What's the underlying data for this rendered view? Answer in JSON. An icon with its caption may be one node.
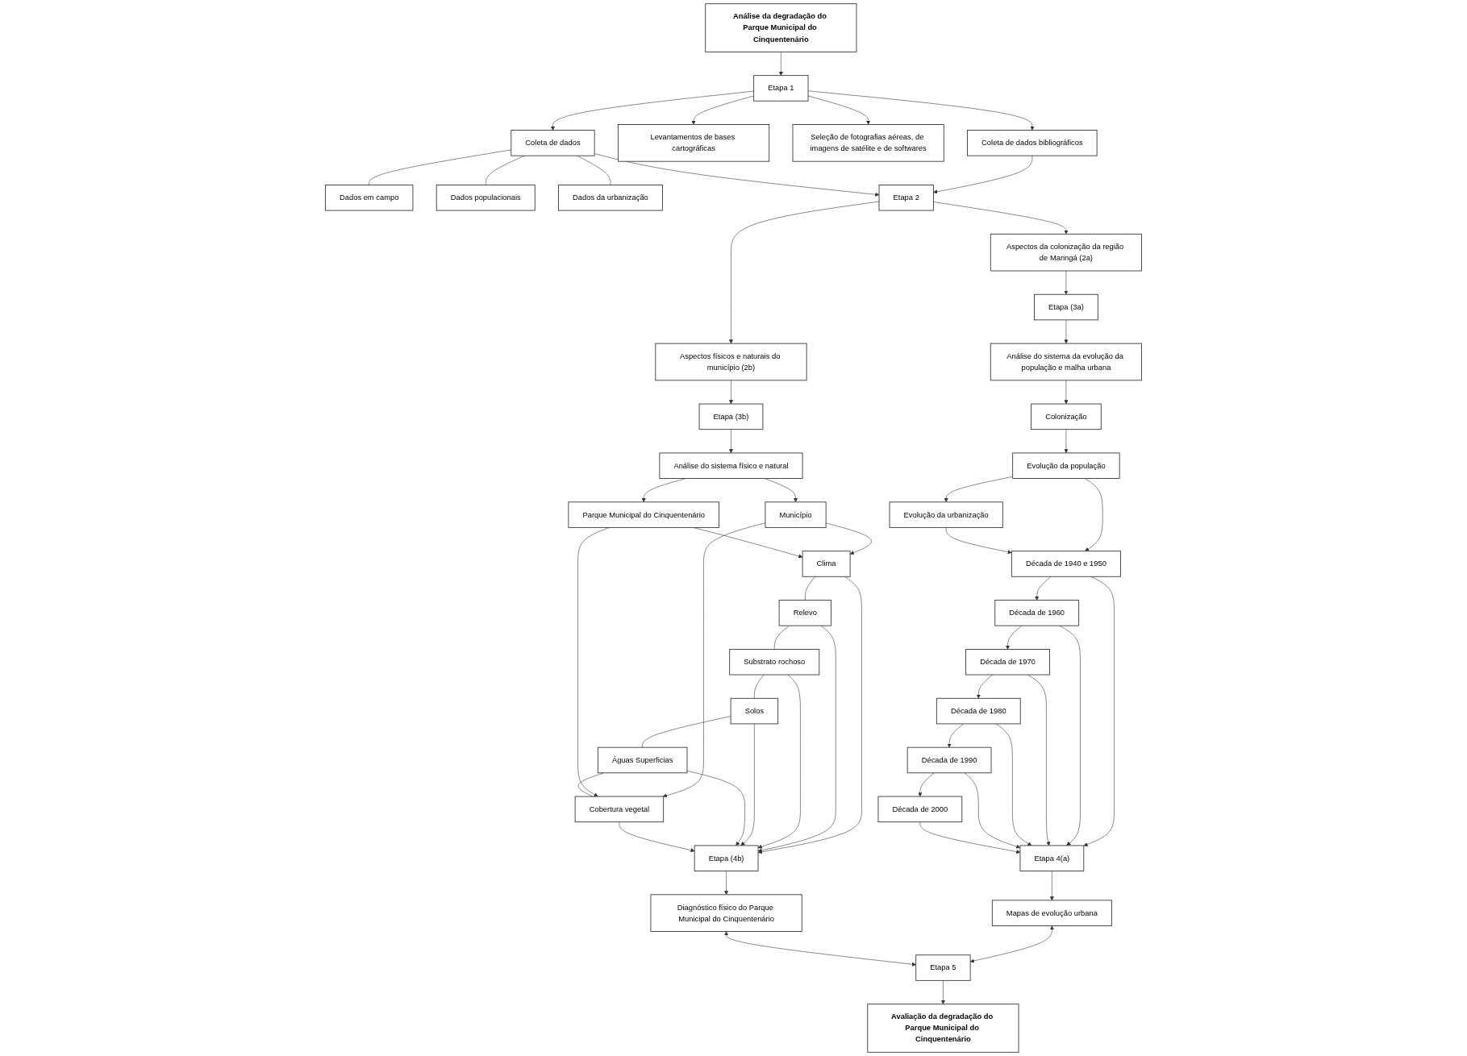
{
  "diagram": {
    "nodes": [
      {
        "text": [
          "Análise da degradação do Parque Municipal do Cinquentenário"
        ]
      },
      {
        "text": [
          "Etapa 1"
        ]
      },
      {
        "text": [
          "Coleta de dados bibliográficos"
        ]
      },
      {
        "text": [
          "Levantamentos de bases cartográficas"
        ]
      },
      {
        "text": [
          "Seleção de fotografias aéreas, de imagens de satélite e de softwares"
        ]
      },
      {
        "text": [
          "Coleta de dados"
        ]
      },
      {
        "text": [
          "Dados em campo"
        ]
      },
      {
        "text": [
          "Dados populacionais"
        ]
      },
      {
        "text": [
          "Dados da urbanização"
        ]
      },
      {
        "text": [
          "Etapa 2"
        ]
      },
      {
        "text": [
          "Aspectos da colonização da região de Maringá (2a)"
        ]
      },
      {
        "text": [
          "Aspectos físicos e naturais do município (2b)"
        ]
      },
      {
        "text": [
          "Etapa (3a)"
        ]
      },
      {
        "text": [
          "Análise do sistema da evolução da população e malha urbana"
        ]
      },
      {
        "text": [
          "Etapa (3b)"
        ]
      },
      {
        "text": [
          "Análise do sistema físico e natural"
        ]
      },
      {
        "text": [
          "Colonização"
        ]
      },
      {
        "text": [
          "Evolução da população"
        ]
      },
      {
        "text": [
          "Evolução da urbanização"
        ]
      },
      {
        "text": [
          "Década de 1940 e 1950"
        ]
      },
      {
        "text": [
          "Década de 1960"
        ]
      },
      {
        "text": [
          "Década de 1970"
        ]
      },
      {
        "text": [
          "Década de 1980"
        ]
      },
      {
        "text": [
          "Década de 1990"
        ]
      },
      {
        "text": [
          "Década de 2000"
        ]
      },
      {
        "text": [
          "Etapa 4(a)"
        ]
      },
      {
        "text": [
          "Mapas de evolução urbana"
        ]
      },
      {
        "text": [
          "Município"
        ]
      },
      {
        "text": [
          "Parque Municipal do Cinquentenário"
        ]
      },
      {
        "text": [
          "Clima"
        ]
      },
      {
        "text": [
          "Relevo"
        ]
      },
      {
        "text": [
          "Substrato rochoso"
        ]
      },
      {
        "text": [
          "Solos"
        ]
      },
      {
        "text": [
          "Águas Superficias"
        ]
      },
      {
        "text": [
          "Cobertura vegetal"
        ]
      },
      {
        "text": [
          "Etapa (4b)"
        ]
      },
      {
        "text": [
          "Diagnóstico físico do Parque Municipal do Cinquentenário"
        ]
      },
      {
        "text": [
          "Etapa 5"
        ]
      },
      {
        "text": [
          "Avaliação da degradação do Parque Municipal do Cinquentenário"
        ]
      }
    ],
    "edges": [
      {
        "from": 0,
        "to": 1,
        "arrow": "to"
      },
      {
        "from": 1,
        "to": 2,
        "arrow": "to"
      },
      {
        "from": 1,
        "to": 3,
        "arrow": "to"
      },
      {
        "from": 1,
        "to": 4,
        "arrow": "to"
      },
      {
        "from": 1,
        "to": 5,
        "arrow": "to"
      },
      {
        "from": 5,
        "to": 6,
        "arrow": "none"
      },
      {
        "from": 5,
        "to": 7,
        "arrow": "none"
      },
      {
        "from": 5,
        "to": 8,
        "arrow": "none"
      },
      {
        "from": 2,
        "to": 9,
        "arrow": "to"
      },
      {
        "from": 5,
        "to": 9,
        "arrow": "to"
      },
      {
        "from": 9,
        "to": 10,
        "arrow": "to"
      },
      {
        "from": 9,
        "to": 11,
        "arrow": "to"
      },
      {
        "from": 10,
        "to": 12,
        "arrow": "to"
      },
      {
        "from": 12,
        "to": 13,
        "arrow": "to"
      },
      {
        "from": 11,
        "to": 14,
        "arrow": "to"
      },
      {
        "from": 14,
        "to": 15,
        "arrow": "to"
      },
      {
        "from": 13,
        "to": 16,
        "arrow": "to"
      },
      {
        "from": 16,
        "to": 17,
        "arrow": "to"
      },
      {
        "from": 17,
        "to": 18,
        "arrow": "to"
      },
      {
        "from": 17,
        "to": 19,
        "arrow": "to"
      },
      {
        "from": 18,
        "to": 19,
        "arrow": "to"
      },
      {
        "from": 19,
        "to": 20,
        "arrow": "to"
      },
      {
        "from": 20,
        "to": 21,
        "arrow": "to"
      },
      {
        "from": 21,
        "to": 22,
        "arrow": "to"
      },
      {
        "from": 22,
        "to": 23,
        "arrow": "to"
      },
      {
        "from": 23,
        "to": 24,
        "arrow": "to"
      },
      {
        "from": 19,
        "to": 25,
        "arrow": "to"
      },
      {
        "from": 20,
        "to": 25,
        "arrow": "to"
      },
      {
        "from": 21,
        "to": 25,
        "arrow": "to"
      },
      {
        "from": 22,
        "to": 25,
        "arrow": "to"
      },
      {
        "from": 23,
        "to": 25,
        "arrow": "to"
      },
      {
        "from": 24,
        "to": 25,
        "arrow": "to"
      },
      {
        "from": 25,
        "to": 26,
        "arrow": "to"
      },
      {
        "from": 15,
        "to": 27,
        "arrow": "to"
      },
      {
        "from": 15,
        "to": 28,
        "arrow": "to"
      },
      {
        "from": 27,
        "to": 29,
        "arrow": "to"
      },
      {
        "from": 27,
        "to": 34,
        "arrow": "to"
      },
      {
        "from": 28,
        "to": 29,
        "arrow": "to"
      },
      {
        "from": 28,
        "to": 34,
        "arrow": "to"
      },
      {
        "from": 29,
        "to": 30,
        "arrow": "none"
      },
      {
        "from": 30,
        "to": 31,
        "arrow": "none"
      },
      {
        "from": 31,
        "to": 32,
        "arrow": "none"
      },
      {
        "from": 32,
        "to": 33,
        "arrow": "none"
      },
      {
        "from": 33,
        "to": 34,
        "arrow": "none"
      },
      {
        "from": 29,
        "to": 35,
        "arrow": "to"
      },
      {
        "from": 30,
        "to": 35,
        "arrow": "to"
      },
      {
        "from": 31,
        "to": 35,
        "arrow": "to"
      },
      {
        "from": 32,
        "to": 35,
        "arrow": "to"
      },
      {
        "from": 33,
        "to": 35,
        "arrow": "to"
      },
      {
        "from": 34,
        "to": 35,
        "arrow": "to"
      },
      {
        "from": 35,
        "to": 36,
        "arrow": "to"
      },
      {
        "from": 26,
        "to": 37,
        "arrow": "both"
      },
      {
        "from": 36,
        "to": 37,
        "arrow": "both"
      },
      {
        "from": 37,
        "to": 38,
        "arrow": "to"
      }
    ]
  }
}
